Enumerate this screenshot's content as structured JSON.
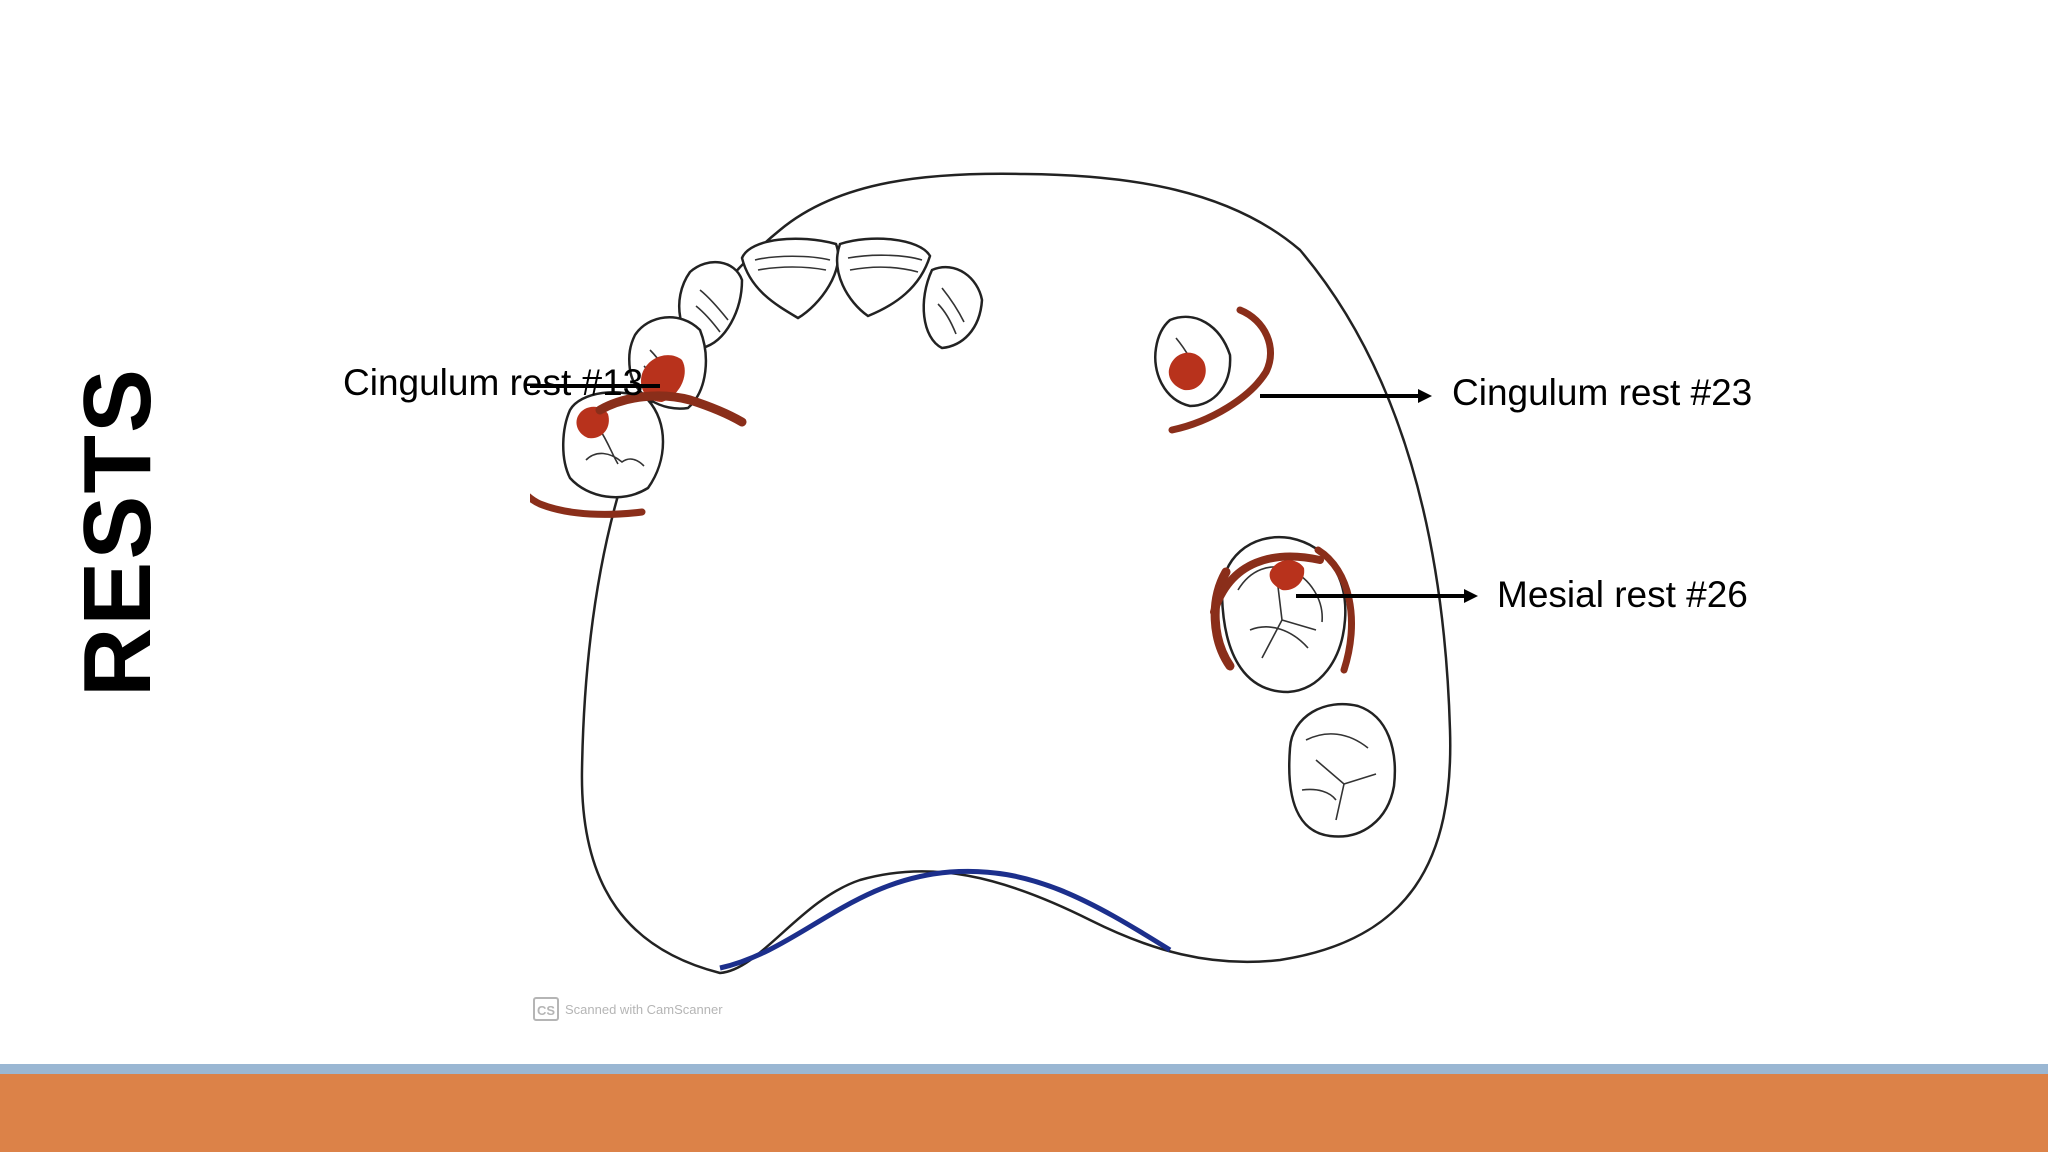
{
  "slide": {
    "title": "RESTS",
    "labels": {
      "cingulum_13": "Cingulum rest #13",
      "cingulum_23": "Cingulum rest #23",
      "mesial_26": "Mesial rest #26"
    },
    "watermark": {
      "logo": "CS",
      "text": "Scanned with CamScanner"
    }
  },
  "colors": {
    "rest_red": "#b8321c",
    "arm_brown": "#8a2e1a",
    "palate_blue": "#1c2f8c",
    "footer_blue": "#9ab7d3",
    "footer_orange": "#dc8248"
  }
}
